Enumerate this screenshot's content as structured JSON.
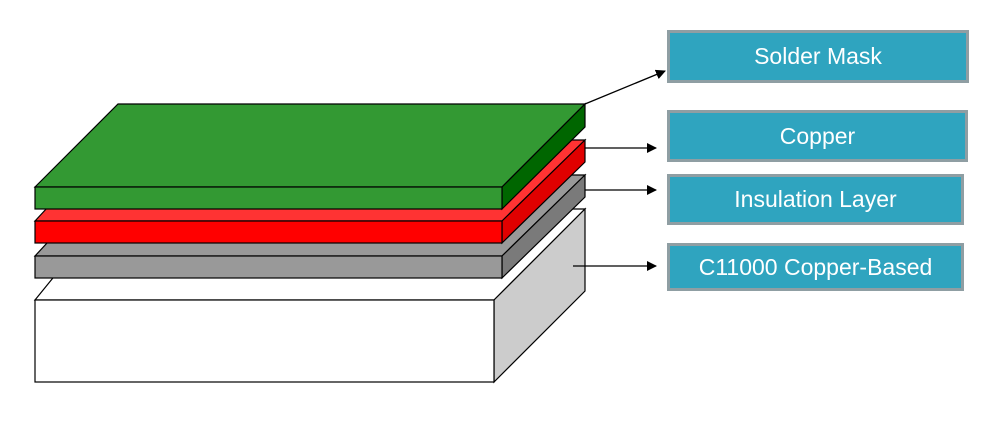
{
  "labels": {
    "solder_mask": "Solder Mask",
    "copper": "Copper",
    "insulation_layer": "Insulation Layer",
    "base": "C11000 Copper-Based"
  },
  "colors": {
    "solder_mask": "#339933",
    "copper": "#ff3333",
    "insulation": "#999999",
    "base": "#ffffff",
    "label_fill": "#2fa4bf",
    "label_border": "#8f9ea3"
  }
}
